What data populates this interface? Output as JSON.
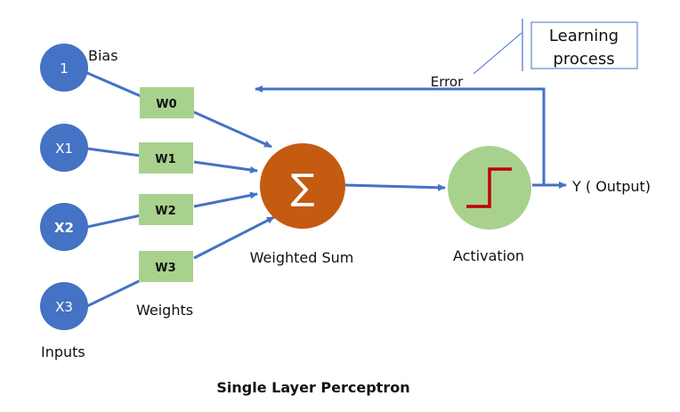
{
  "title": "Single Layer Perceptron",
  "colors": {
    "input_node": "#4472c4",
    "connector": "#4472c4",
    "weight_box": "#a9d18e",
    "sum_node": "#c55a11",
    "activation_node": "#a9d18e",
    "step_function": "#c00000",
    "callout_border": "#4472c4"
  },
  "inputs": {
    "group_label": "Inputs",
    "bias_label": "Bias",
    "nodes": [
      {
        "label": "1"
      },
      {
        "label": "X1"
      },
      {
        "label": "X2"
      },
      {
        "label": "X3"
      }
    ]
  },
  "weights": {
    "group_label": "Weights",
    "boxes": [
      {
        "label": "W0"
      },
      {
        "label": "W1"
      },
      {
        "label": "W2"
      },
      {
        "label": "W3"
      }
    ]
  },
  "sum": {
    "symbol": "∑",
    "label": "Weighted Sum"
  },
  "activation": {
    "label": "Activation",
    "icon": "step-function-icon"
  },
  "output": {
    "label": "Y ( Output)"
  },
  "feedback": {
    "error_label": "Error",
    "callout_label_line1": "Learning",
    "callout_label_line2": "process"
  }
}
